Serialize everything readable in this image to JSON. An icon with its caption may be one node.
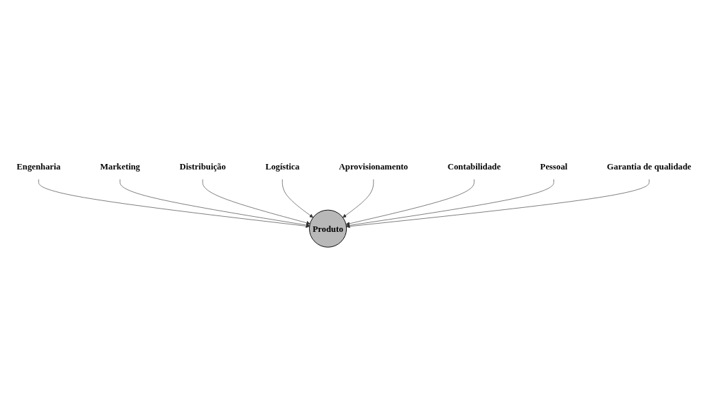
{
  "diagram": {
    "nodes": [
      {
        "text": [
          "Engenharia"
        ]
      },
      {
        "text": [
          "Marketing"
        ]
      },
      {
        "text": [
          "Distribuição"
        ]
      },
      {
        "text": [
          "Logística"
        ]
      },
      {
        "text": [
          "Produto"
        ]
      },
      {
        "text": [
          "Aprovisionamento"
        ]
      },
      {
        "text": [
          "Contabilidade"
        ]
      },
      {
        "text": [
          "Pessoal"
        ]
      },
      {
        "text": [
          "Garantia de qualidade"
        ]
      }
    ],
    "edges": [
      {
        "from": 0,
        "to": 4,
        "arrow": "to"
      },
      {
        "from": 1,
        "to": 4,
        "arrow": "to"
      },
      {
        "from": 2,
        "to": 4,
        "arrow": "to"
      },
      {
        "from": 3,
        "to": 4,
        "arrow": "to"
      },
      {
        "from": 5,
        "to": 4,
        "arrow": "to"
      },
      {
        "from": 6,
        "to": 4,
        "arrow": "to"
      },
      {
        "from": 7,
        "to": 4,
        "arrow": "to"
      },
      {
        "from": 8,
        "to": 4,
        "arrow": "to"
      }
    ]
  }
}
